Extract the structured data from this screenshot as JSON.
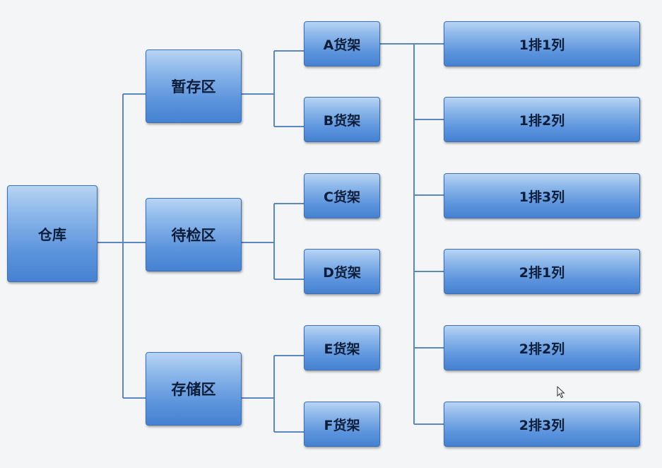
{
  "colors": {
    "connector": "#5b86c4",
    "box_border": "#3f6fb3",
    "box_top": "#b8d4f3",
    "box_bottom": "#4682d2",
    "text": "#0c1d3a",
    "background": "#f3f5f7"
  },
  "root": {
    "label": "仓库"
  },
  "zones": [
    {
      "label": "暂存区"
    },
    {
      "label": "待检区"
    },
    {
      "label": "存储区"
    }
  ],
  "shelves": [
    {
      "label": "A货架"
    },
    {
      "label": "B货架"
    },
    {
      "label": "C货架"
    },
    {
      "label": "D货架"
    },
    {
      "label": "E货架"
    },
    {
      "label": "F货架"
    }
  ],
  "positions": [
    {
      "label": "1排1列"
    },
    {
      "label": "1排2列"
    },
    {
      "label": "1排3列"
    },
    {
      "label": "2排1列"
    },
    {
      "label": "2排2列"
    },
    {
      "label": "2排3列"
    }
  ],
  "cursor_icon": "mouse-pointer-icon"
}
